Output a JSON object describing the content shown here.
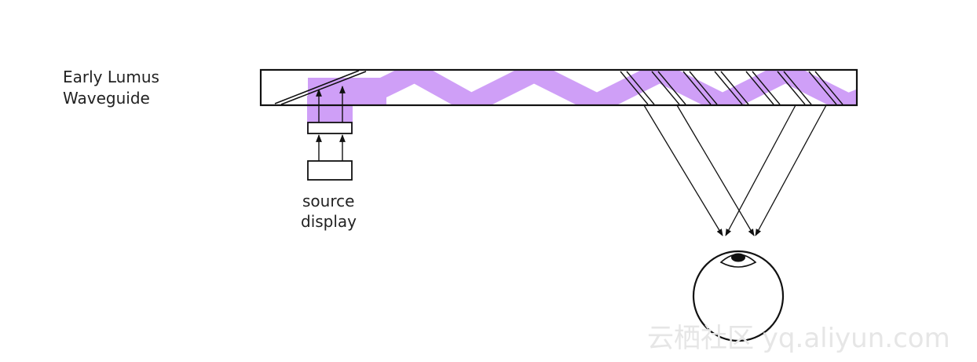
{
  "title": {
    "line1": "Early Lumus",
    "line2": "Waveguide"
  },
  "source": {
    "line1": "source",
    "line2": "display"
  },
  "watermark": "云栖社区 yq.aliyun.com",
  "colors": {
    "light": "#cf9ff7",
    "stroke": "#111111",
    "background": "#ffffff",
    "watermark": "#e6e6e6"
  }
}
